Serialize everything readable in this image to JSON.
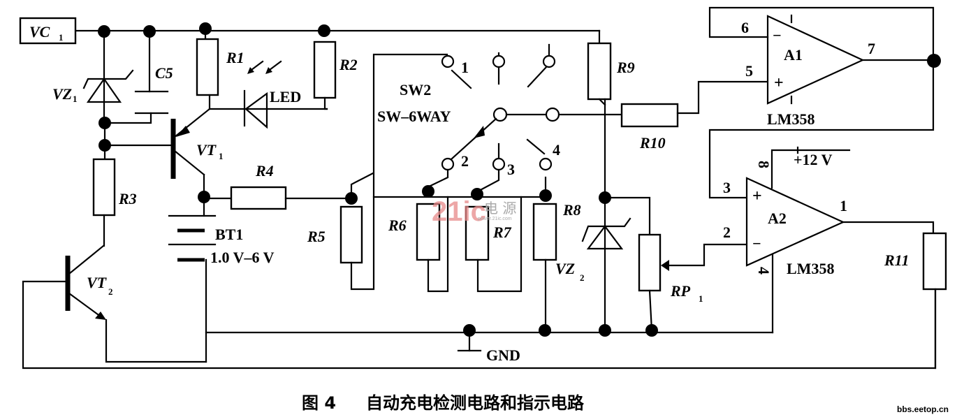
{
  "figure": {
    "caption_number": "图 4",
    "caption_title": "自动充电检测电路和指示电路",
    "source_credit": "bbs.eetop.cn",
    "watermark": {
      "brand": "21ic",
      "cn": "电 源",
      "url": "power.21ic.com"
    }
  },
  "components": {
    "vc1": {
      "name": "VC",
      "sub": "1"
    },
    "vz1": {
      "name": "VZ",
      "sub": "1"
    },
    "vz2": {
      "name": "VZ",
      "sub": "2"
    },
    "c5": "C5",
    "r1": "R1",
    "r2": "R2",
    "r3": "R3",
    "r4": "R4",
    "r5": "R5",
    "r6": "R6",
    "r7": "R7",
    "r8": "R8",
    "r9": "R9",
    "r10": "R10",
    "r11": "R11",
    "led": "LED",
    "vt1": {
      "name": "VT",
      "sub": "1"
    },
    "vt2": {
      "name": "VT",
      "sub": "2"
    },
    "bt1": {
      "name": "BT1",
      "rating": "1.0 V–6 V"
    },
    "rp1": {
      "name": "RP",
      "sub": "1"
    },
    "sw2": {
      "name": "SW2",
      "type": "SW–6WAY",
      "positions": [
        "1",
        "2",
        "3",
        "4"
      ]
    },
    "a1": {
      "name": "A1",
      "part": "LM358",
      "pins": {
        "inv": "6",
        "noninv": "5",
        "out": "7"
      },
      "minus": "−",
      "plus": "+"
    },
    "a2": {
      "name": "A2",
      "part": "LM358",
      "pins": {
        "noninv": "3",
        "inv": "2",
        "out": "1",
        "vcc": "8",
        "gnd": "4"
      },
      "minus": "−",
      "plus": "+"
    },
    "supply": "+12 V",
    "gnd": "GND"
  }
}
